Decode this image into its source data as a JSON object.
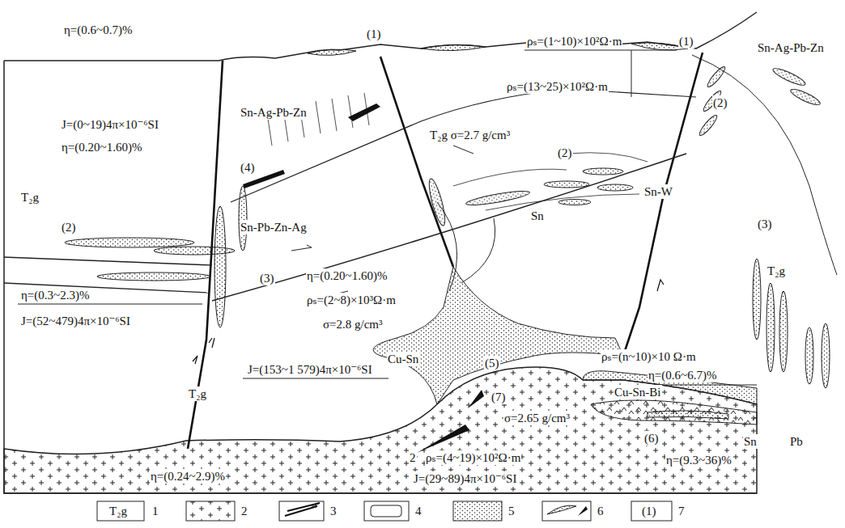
{
  "diagram": {
    "labels": [
      "η=(0.6~0.7)%",
      "ρₛ=(1~10)×10²Ω·m",
      "(1)",
      "(1)",
      "ρₛ=(13~25)×10²Ω·m",
      "Sn-Ag-Pb-Zn",
      "(2)",
      "J=(0~19)4π×10⁻⁶SI",
      "η=(0.20~1.60)%",
      "Sn-Ag-Pb-Zn",
      "(4)",
      "T₂g σ=2.7 g/cm³",
      "(2)",
      "Sn-W",
      "Sn",
      "T₂g",
      "Sn-Pb-Zn-Ag",
      "(2)",
      "(3)",
      "η=(0.20~1.60)%",
      "η=(0.3~2.3)%",
      "J=(52~479)4π×10⁻⁶SI",
      "ρₛ=(2~8)×10³Ω·m",
      "σ=2.8 g/cm³",
      "Cu-Sn",
      "(5)",
      "ρₛ=(n~10)×10 Ω·m",
      "η=(0.6~6.7)%",
      "(3)",
      "T₂g",
      "J=(153~1 579)4π×10⁻⁶SI",
      "T₂g",
      "(7)",
      "σ=2.65 g/cm³",
      "Cu-Sn-Bi",
      "2",
      "ρₛ=(4~19)×10²Ω·m",
      "(6)",
      "η=(9.3~36)%",
      "Sn",
      "Pb",
      "η=(0.24~2.9)%",
      "J=(29~89)4π×10⁻⁶SI",
      "T₂g",
      "(1)"
    ],
    "legend": [
      {
        "text": "1"
      },
      {
        "text": "2"
      },
      {
        "text": "3"
      },
      {
        "text": "4"
      },
      {
        "text": "5"
      },
      {
        "text": "6"
      },
      {
        "text": "7"
      }
    ]
  }
}
